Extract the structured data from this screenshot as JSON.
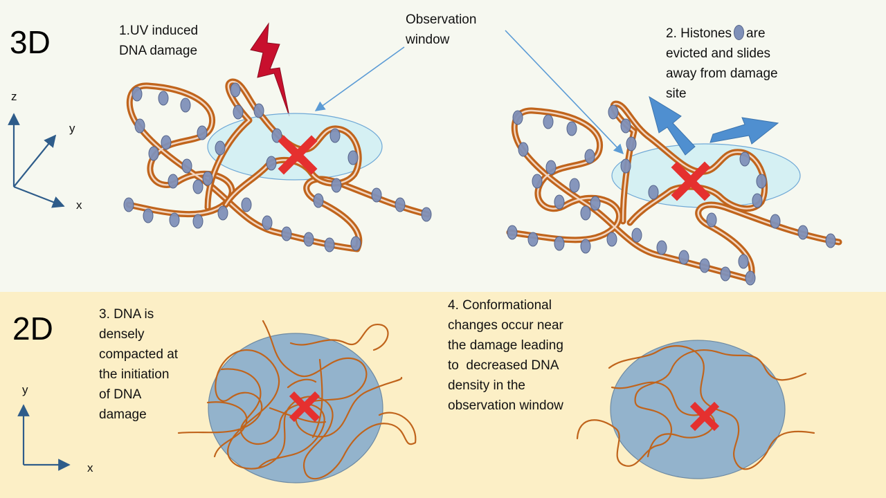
{
  "panel_3d": {
    "label": "3D",
    "step1": [
      "1.UV induced",
      "DNA damage"
    ],
    "observation": [
      "Observation",
      "window"
    ],
    "step2_line1_a": "2. Histones",
    "step2_line1_b": "are",
    "step2_rest": [
      "evicted and slides",
      "away from damage",
      "site"
    ],
    "axes": {
      "z": "z",
      "y": "y",
      "x": "x"
    }
  },
  "panel_2d": {
    "label": "2D",
    "step3": [
      "3. DNA is",
      "densely",
      "compacted at",
      "the initiation",
      "of DNA",
      "damage"
    ],
    "step4": [
      "4. Conformational",
      "changes occur near",
      "the damage leading",
      "to  decreased DNA",
      "density in the",
      "observation window"
    ],
    "axes": {
      "y": "y",
      "x": "x"
    }
  },
  "colors": {
    "top_background": "#f6f8f0",
    "bottom_background": "#fcefc6",
    "dna": "#c0641c",
    "histone": "#7f90b8",
    "observation_window": "#cdeef4",
    "damage_mark": "#e5302f",
    "lightning": "#c8102e",
    "eviction_arrow": "#4f8fd0",
    "nucleus": "#93b3cc"
  }
}
